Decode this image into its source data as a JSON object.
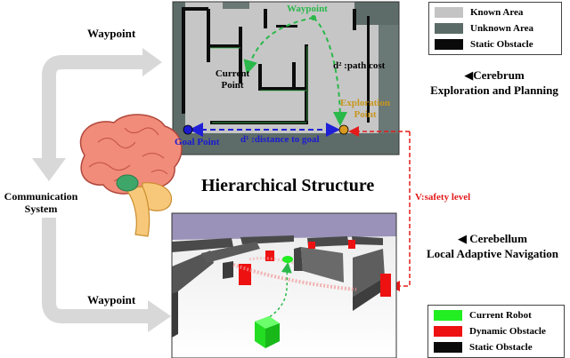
{
  "title": "Hierarchical Structure",
  "communication": {
    "line1": "Communication",
    "line2": "System"
  },
  "waypoint_top": "Waypoint",
  "waypoint_bottom": "Waypoint",
  "cerebrum": {
    "name": "Cerebrum",
    "desc": "Exploration and Planning",
    "arrow": "◀"
  },
  "cerebellum": {
    "name": "Cerebellum",
    "desc": "Local Adaptive Navigation",
    "arrow": "◀"
  },
  "safety_label": "V:safety level",
  "map": {
    "waypoint": "Waypoint",
    "current_point_line1": "Current",
    "current_point_line2": "Point",
    "path_cost": "d² :path cost",
    "exploration_line1": "Exploration",
    "exploration_line2": "Point",
    "goal_point": "Goal Point",
    "goal_distance": "d¹ :distance to goal"
  },
  "legend_top": [
    {
      "label": "Known Area",
      "color": "#c4c4c4"
    },
    {
      "label": "Unknown Area",
      "color": "#5b6b68"
    },
    {
      "label": "Static Obstacle",
      "color": "#0a0a0a"
    }
  ],
  "legend_bottom": [
    {
      "label": "Current Robot",
      "color": "#22ee22"
    },
    {
      "label": "Dynamic Obstacle",
      "color": "#ee1111"
    },
    {
      "label": "Static Obstacle",
      "color": "#0a0a0a"
    }
  ],
  "colors": {
    "green_path": "#2ab84a",
    "blue_path": "#1f1fd8",
    "red_link": "#e41b1b",
    "goal_point": "#1a1ad0",
    "exploration_point": "#d99a1f",
    "exploration_text": "#c8961e",
    "arrow_gray": "#d8d8d8"
  }
}
